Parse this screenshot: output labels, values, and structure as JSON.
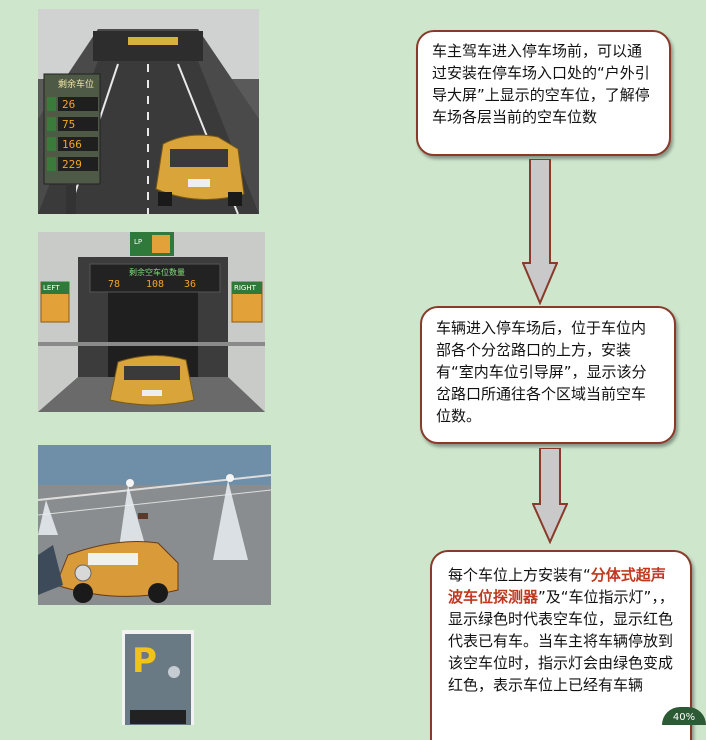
{
  "scene1": {
    "sign_title": "剩余车位",
    "counts": [
      "26",
      "75",
      "166",
      "229"
    ]
  },
  "scene2": {
    "left_sign": "LEFT",
    "right_sign": "RIGHT",
    "top_sign": "LP",
    "board_title": "剩余空车位数量",
    "board_left": "78",
    "board_center": "108",
    "board_right": "36"
  },
  "callouts": {
    "box1": "车主驾车进入停车场前，可以通过安装在停车场入口处的“户外引导大屏”上显示的空车位，了解停车场各层当前的空车位数",
    "box2": "车辆进入停车场后，位于车位内部各个分岔路口的上方，安装有“室内车位引导屏”，显示该分岔路口所通往各个区域当前空车位数。",
    "box3_pre": "每个车位上方安装有“",
    "box3_highlight": "分体式超声波车位探测器",
    "box3_post": "”及“车位指示灯”，，显示绿色时代表空车位，显示红色代表已有车。当车主将车辆停放到该空车位时，指示灯会由绿色变成红色，表示车位上已经有车辆"
  },
  "colors": {
    "accent": "#c0391f",
    "border": "#8a3a2a",
    "background": "#cde6cc"
  },
  "icons": [
    "down-arrow-icon",
    "p-sign-icon"
  ],
  "footer_badge": "40%"
}
